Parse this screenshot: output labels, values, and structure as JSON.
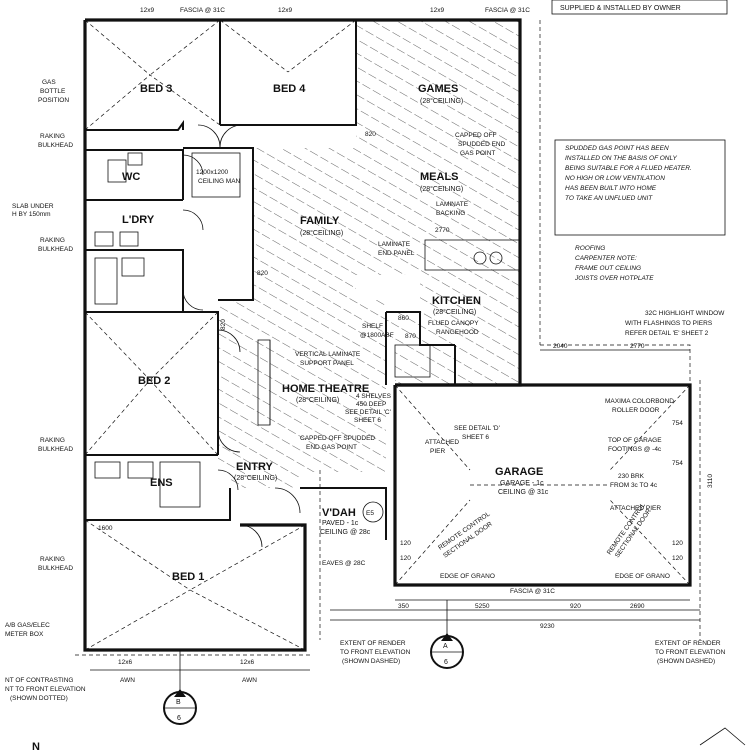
{
  "header": {
    "owner_note": "SUPPLIED & INSTALLED BY OWNER"
  },
  "rooms": {
    "bed3": "BED 3",
    "bed4": "BED 4",
    "games": "GAMES",
    "games_ceiling": "(28°CEILING)",
    "family": "FAMILY",
    "family_ceiling": "(28°CEILING)",
    "meals": "MEALS",
    "meals_ceiling": "(28°CEILING)",
    "wc": "WC",
    "ldry": "L'DRY",
    "kitchen": "KITCHEN",
    "kitchen_ceiling": "(28°CEILING)",
    "bed2": "BED 2",
    "home_theatre": "HOME THEATRE",
    "home_theatre_ceiling": "(28°CEILING)",
    "ens": "ENS",
    "entry": "ENTRY",
    "entry_ceiling": "(28°CEILING)",
    "vdah": "V'DAH",
    "vdah_sub1": "PAVED - 1c",
    "vdah_sub2": "CEILING @ 28c",
    "garage": "GARAGE",
    "garage_sub1": "GARAGE - 1c",
    "garage_sub2": "CEILING @ 31c",
    "bed1": "BED 1"
  },
  "notes": {
    "gas_bottle": [
      "GAS",
      "BOTTLE",
      "POSITION"
    ],
    "raking_bulkhead_1": [
      "RAKING",
      "BULKHEAD"
    ],
    "raking_bulkhead_2": [
      "RAKING",
      "BULKHEAD"
    ],
    "raking_bulkhead_3": [
      "RAKING",
      "BULKHEAD"
    ],
    "raking_bulkhead_4": [
      "RAKING",
      "BULKHEAD"
    ],
    "slab_under": [
      "SLAB UNDER",
      "H BY 150mm"
    ],
    "gas_point": [
      "SPUDDED GAS POINT HAS BEEN",
      "INSTALLED ON THE BASIS OF ONLY",
      "BEING SUITABLE FOR A FLUED HEATER.",
      "NO HIGH OR LOW VENTILATION",
      "HAS BEEN BUILT INTO HOME",
      "TO TAKE AN UNFLUED UNIT"
    ],
    "roofing": [
      "ROOFING",
      "CARPENTER NOTE:",
      "FRAME OUT CEILING",
      "JOISTS OVER HOTPLATE"
    ],
    "window_note": [
      "32C HIGHLIGHT WINDOW",
      "WITH FLASHINGS TO PIERS",
      "REFER DETAIL 'E' SHEET 2"
    ],
    "capped_off_1": [
      "CAPPED OFF",
      "SPUDDED END",
      "GAS POINT"
    ],
    "capped_off_2": [
      "CAPPED OFF SPUDDED",
      "END GAS POINT"
    ],
    "laminate_backing": [
      "LAMINATE",
      "BACKING"
    ],
    "laminate_end_panel": [
      "LAMINATE",
      "END PANEL"
    ],
    "flued_canopy": [
      "FLUED CANOPY",
      "RANGEHOOD"
    ],
    "shelf": [
      "SHELF",
      "@1800ABF"
    ],
    "vertical_laminate": [
      "VERTICAL LAMINATE",
      "SUPPORT PANEL"
    ],
    "shelves": [
      "4 SHELVES",
      "450 DEEP",
      "SEE DETAIL 'C'",
      "SHEET 6"
    ],
    "see_detail_d": [
      "SEE DETAIL 'D'",
      "SHEET 6"
    ],
    "attached_pier_1": [
      "ATTACHED",
      "PIER"
    ],
    "attached_pier_2": "ATTACHED PIER",
    "roller_door": [
      "MAXIMA COLORBOND",
      "ROLLER DOOR"
    ],
    "garage_top": [
      "TOP OF GARAGE",
      "FOOTINGS @ -4c"
    ],
    "garage_slab": [
      "230 BRK",
      "FROM 3c TO 4c"
    ],
    "remote_control_1": [
      "REMOTE CONTROL",
      "SECTIONAL DOOR"
    ],
    "remote_control_2": [
      "REMOTE CONTROL",
      "SECTIONAL DOOR"
    ],
    "gas_elec_meter": [
      "A/B GAS/ELEC",
      "METER BOX"
    ],
    "extent_left": [
      "EXTENT OF RENDER",
      "TO FRONT ELEVATION",
      "(SHOWN DASHED)"
    ],
    "extent_right": [
      "EXTENT OF RENDER",
      "TO FRONT ELEVATION",
      "(SHOWN DASHED)"
    ],
    "contrasting": [
      "NT OF CONTRASTING",
      "NT TO FRONT ELEVATION",
      "(SHOWN DOTTED)"
    ],
    "edge_of_grano_1": "EDGE OF GRANO",
    "edge_of_grano_2": "EDGE OF GRANO",
    "fascia_top_1": "FASCIA @ 31C",
    "fascia_top_2": "FASCIA @ 31C",
    "fascia_garage": "FASCIA @ 31C",
    "eaves_vdah": "EAVES @ 28C",
    "section_a_letter": "A",
    "section_a_num": "6",
    "section_b_letter": "B",
    "section_b_num": "6",
    "e5": "E5",
    "north": "N"
  },
  "dims": {
    "d_12x9_a": "12x9",
    "d_12x9_b": "12x9",
    "d_12x9_c": "12x9",
    "d_2770_a": "2770",
    "d_2770_b": "2770",
    "d_2040": "2040",
    "d_5250": "5250",
    "d_920": "920",
    "d_2690": "2690",
    "d_9230": "9230",
    "d_1600": "1600",
    "d_350": "350",
    "d_3110": "3110",
    "d_120_a": "120",
    "d_120_b": "120",
    "d_120_c": "120",
    "d_120_d": "120",
    "d_754_a": "754",
    "d_754_b": "754",
    "d_12x6_a": "12x6",
    "d_12x6_b": "12x6",
    "d_awn_a": "AWN",
    "d_awn_b": "AWN",
    "d_820_a": "820",
    "d_820_b": "820",
    "d_820_c": "820",
    "d_860": "860",
    "d_870": "870",
    "d_1200x1200": "1200x1200",
    "d_ceiling_man": "CEILING MAN"
  },
  "colors": {
    "ink": "#111111",
    "paper": "#ffffff"
  }
}
